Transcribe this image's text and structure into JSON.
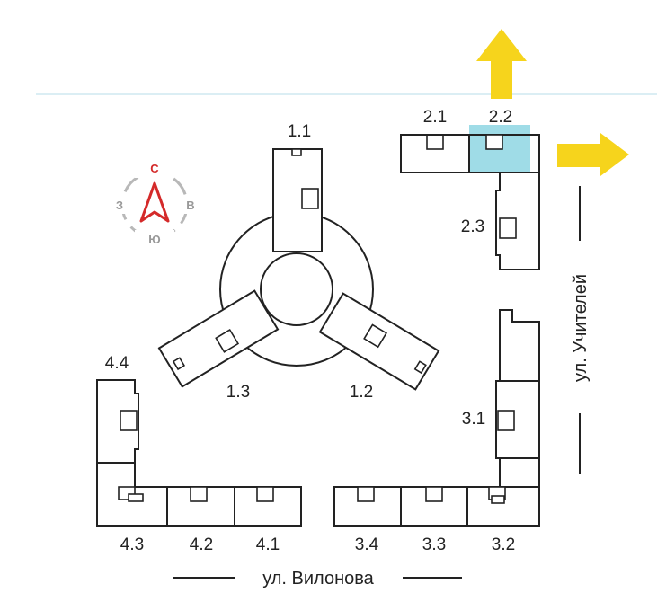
{
  "compass": {
    "north": "С",
    "south": "Ю",
    "west": "З",
    "east": "В",
    "north_color": "#d42a2a",
    "other_color": "#999999"
  },
  "streets": {
    "right": "ул. Учителей",
    "bottom": "ул. Вилонова"
  },
  "buildings": {
    "b11": "1.1",
    "b12": "1.2",
    "b13": "1.3",
    "b21": "2.1",
    "b22": "2.2",
    "b23": "2.3",
    "b31": "3.1",
    "b32": "3.2",
    "b33": "3.3",
    "b34": "3.4",
    "b41": "4.1",
    "b42": "4.2",
    "b43": "4.3",
    "b44": "4.4"
  },
  "highlighted_section": "2.2",
  "colors": {
    "arrow": "#f6d41c",
    "highlight": "#7fd0df",
    "line": "#222222"
  }
}
